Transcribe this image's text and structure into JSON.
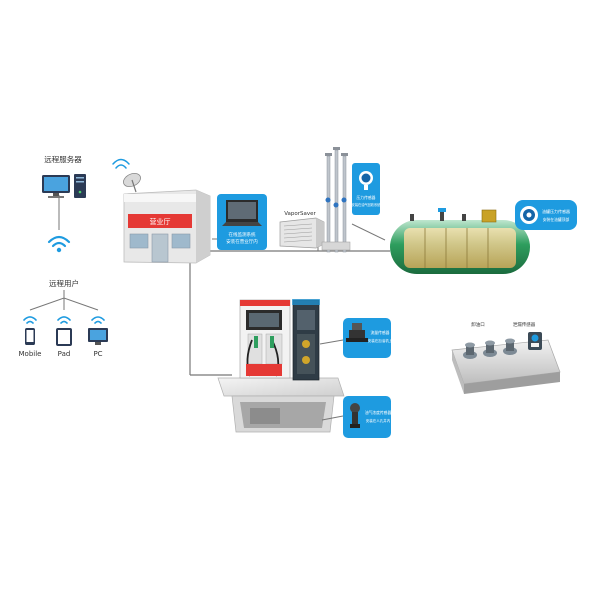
{
  "labels": {
    "remote_server": "远程服务器",
    "remote_users": "远程用户",
    "mobile": "Mobile",
    "pad": "Pad",
    "pc": "PC",
    "shop_sign": "营业厅",
    "vaporsaver": "VaporSaver",
    "pressure_sensor_top": "压力传感器",
    "pressure_sensor_bottom": "安装在油气回收系统",
    "tank_sensor_top": "油罐压力传感器",
    "tank_sensor_bottom": "安装在油罐顶部",
    "controller_top": "在线监测系统",
    "controller_bottom": "安装在营业厅内",
    "flow_sensor_top": "流量传感器",
    "flow_sensor_bottom": "安装在加油机上",
    "gas_sensor_top": "油气浓度传感器",
    "gas_sensor_bottom": "安装在人孔井内",
    "unload_port": "卸油口",
    "leak_sensor": "泄漏传感器"
  },
  "colors": {
    "accent_blue": "#1e9be0",
    "pipe": "#666666",
    "building_red": "#e53935",
    "tank_green": "#2e9e5e"
  }
}
